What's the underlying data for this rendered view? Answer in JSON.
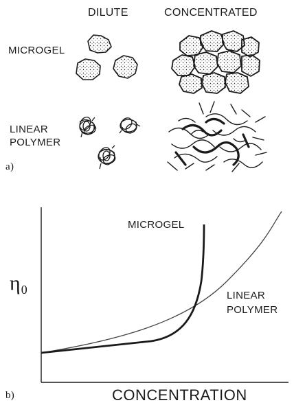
{
  "panel_a": {
    "col_dilute": "DILUTE",
    "col_concentrated": "CONCENTRATED",
    "row_microgel": "MICROGEL",
    "row_linear_1": "LINEAR",
    "row_linear_2": "POLYMER",
    "panel_label": "a)"
  },
  "panel_b": {
    "ylabel": "η₀",
    "xlabel": "CONCENTRATION",
    "label_microgel": "MICROGEL",
    "label_linear_1": "LINEAR",
    "label_linear_2": "POLYMER",
    "panel_label": "b)"
  },
  "colors": {
    "ink": "#1a1a1a",
    "thin_curve": "#444444"
  }
}
